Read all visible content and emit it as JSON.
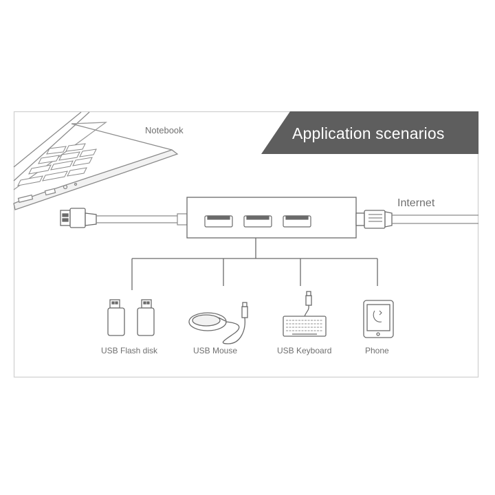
{
  "banner": {
    "title": "Application scenarios",
    "color": "#5e5e5e"
  },
  "labels": {
    "notebook": "Notebook",
    "internet": "Internet"
  },
  "devices": [
    {
      "label": "USB Flash disk",
      "icon": "usb-flash-disk-icon"
    },
    {
      "label": "USB Mouse",
      "icon": "usb-mouse-icon"
    },
    {
      "label": "USB Keyboard",
      "icon": "usb-keyboard-icon"
    },
    {
      "label": "Phone",
      "icon": "phone-icon"
    }
  ],
  "colors": {
    "line": "#6a6a6a",
    "frame": "#cfcfcf",
    "text": "#6f6f6f"
  }
}
